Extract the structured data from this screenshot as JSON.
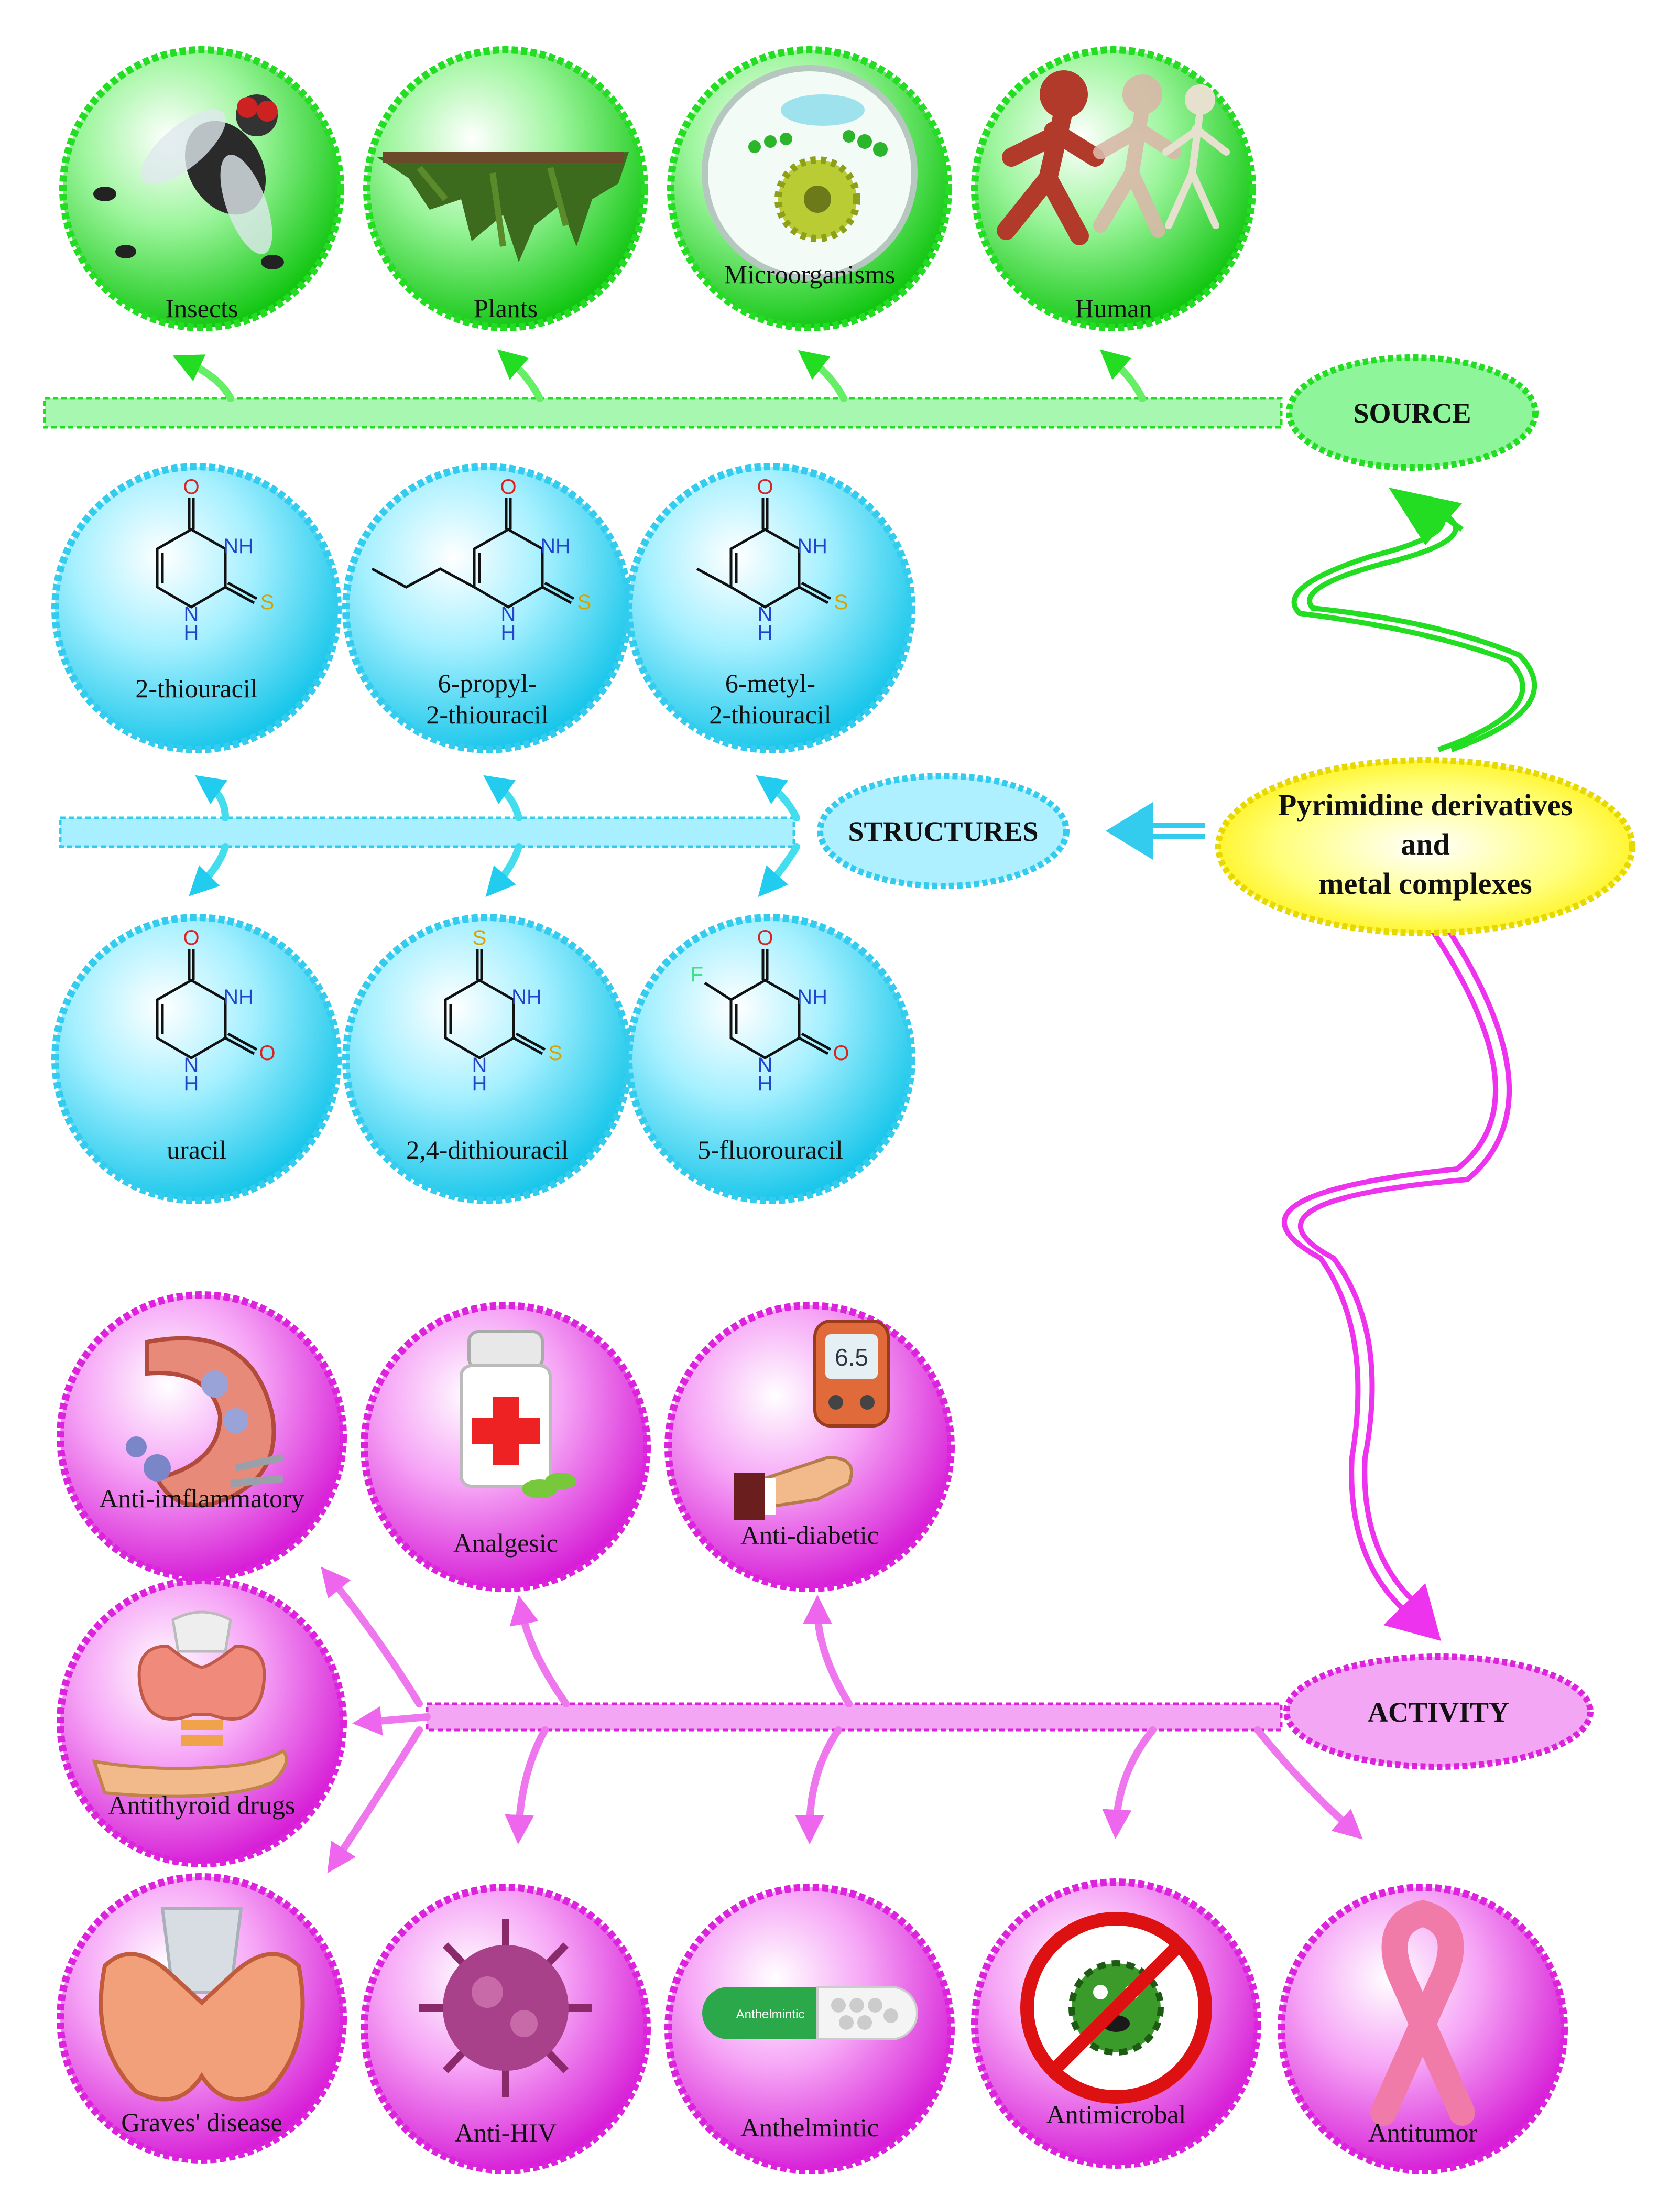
{
  "center": {
    "lines": [
      "Pyrimidine derivatives",
      "and",
      "metal complexes"
    ]
  },
  "hubs": {
    "source": "SOURCE",
    "structures": "STRUCTURES",
    "activity": "ACTIVITY"
  },
  "sources": [
    "Insects",
    "Plants",
    "Microorganisms",
    "Human"
  ],
  "structures_top": [
    {
      "label_lines": [
        "2-thiouracil"
      ]
    },
    {
      "label_lines": [
        "6-propyl-",
        "2-thiouracil"
      ]
    },
    {
      "label_lines": [
        "6-metyl-",
        "2-thiouracil"
      ]
    }
  ],
  "structures_bottom": [
    {
      "label_lines": [
        "uracil"
      ]
    },
    {
      "label_lines": [
        "2,4-dithiouracil"
      ]
    },
    {
      "label_lines": [
        "5-fluorouracil"
      ]
    }
  ],
  "atoms": {
    "O": "O",
    "S": "S",
    "NH": "NH",
    "N": "N",
    "H": "H",
    "F": "F"
  },
  "activities": [
    "Anti-imflammatory",
    "Analgesic",
    "Anti-diabetic",
    "Antithyroid drugs",
    "Graves' disease",
    "Anti-HIV",
    "Anthelmintic",
    "Antimicrobal",
    "Antitumor"
  ],
  "icon_texts": {
    "glucometer_reading": "6.5",
    "capsule": "Anthelmintic"
  },
  "colors": {
    "source": "#22dd22",
    "source_fill": "#8ff59a",
    "structures": "#33ccee",
    "structures_fill": "#aef0ff",
    "activity": "#dd22dd",
    "activity_fill": "#f3a6f3",
    "center_fill": "#ffff33",
    "center_stroke": "#e6d800"
  }
}
